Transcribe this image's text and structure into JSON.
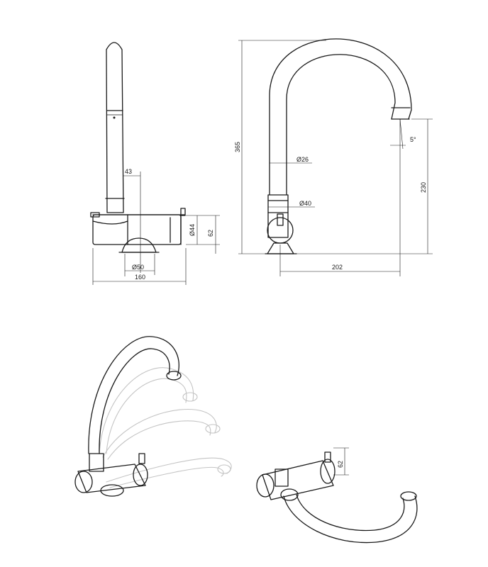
{
  "dimensions": {
    "d43": "43",
    "d44": "Ø44",
    "d62": "62",
    "d50": "Ø50",
    "d160": "160",
    "d365": "365",
    "d26": "Ø26",
    "d40": "Ø40",
    "d5deg": "5°",
    "d230": "230",
    "d202": "202",
    "d62b": "62"
  },
  "colors": {
    "line": "#1a1a1a",
    "ghost": "#c4c4c4",
    "background": "#ffffff"
  }
}
